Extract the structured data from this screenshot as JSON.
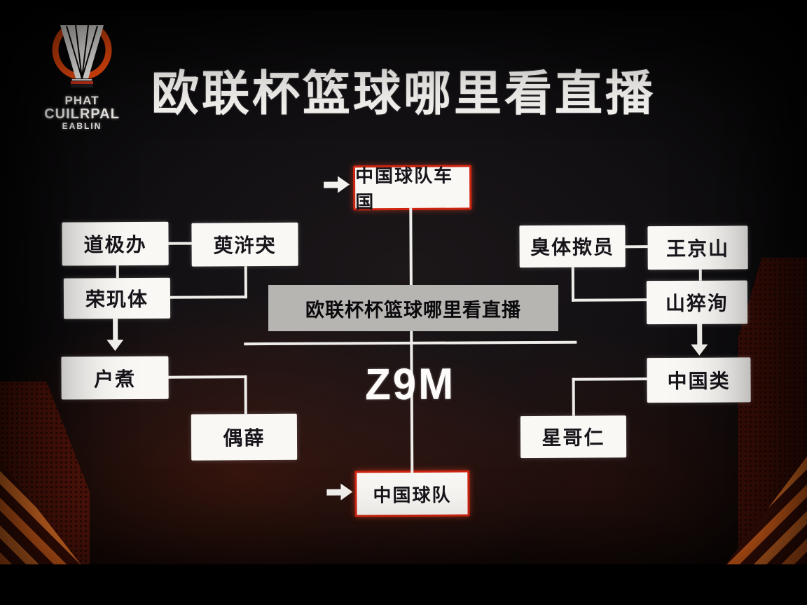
{
  "logo": {
    "icon": "europa-trophy",
    "text_lines": [
      "PHAT",
      "CUILRPAL",
      "EABLIN"
    ]
  },
  "title": "欧联杯篮球哪里看直播",
  "overlay_caption": "欧联杯杯篮球哪里看直播",
  "diagram": {
    "center_code": "Z9M",
    "top_node": "中国球队车国",
    "bottom_node": "中国球队",
    "left_group": [
      "道极办",
      "萸浒宊",
      "荣玑体",
      "户煮",
      "偶薛"
    ],
    "right_group": [
      "臭体揿员",
      "王京山",
      "山猝洵",
      "中国类",
      "星哥仁"
    ]
  },
  "colors": {
    "accent_orange": "#e8470c",
    "node_border_red": "#cf2410",
    "overlay_gray": "#b7b5b2",
    "background": "#0a0809"
  }
}
